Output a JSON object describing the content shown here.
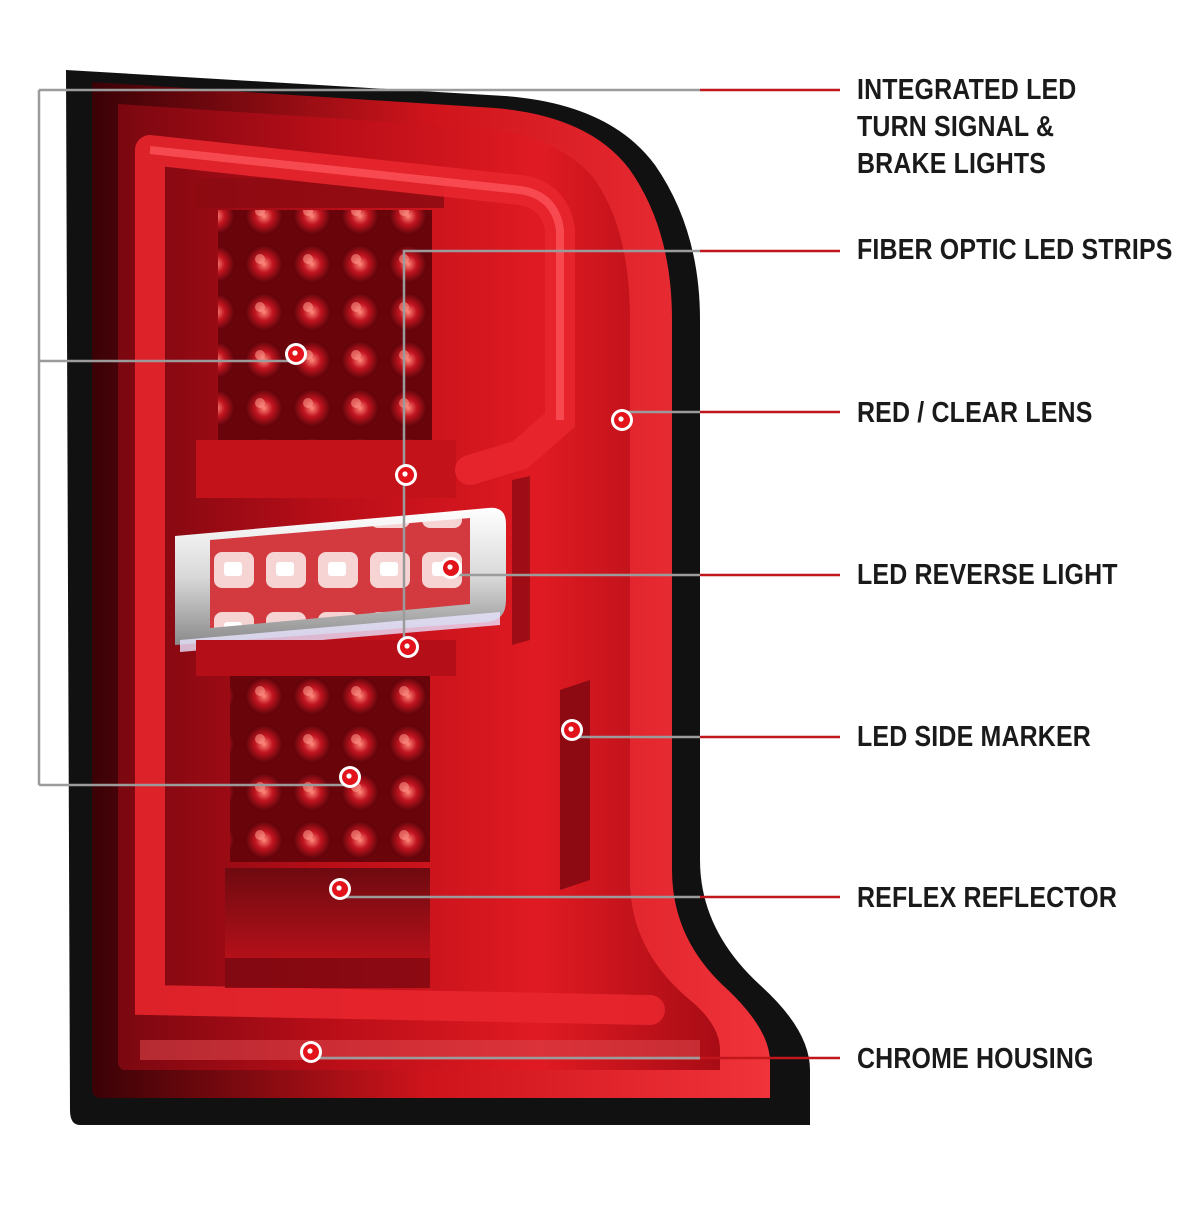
{
  "colors": {
    "background": "#ffffff",
    "leader_line": "#9b9b9b",
    "leader_line_accent": "#c0161c",
    "label_text": "#1a1a1a",
    "marker_fill": "#e3131c",
    "lens_red": "#c8101a",
    "lens_dark": "#5a0208",
    "frame": "#111111"
  },
  "callouts": [
    {
      "lines": [
        "INTEGRATED LED",
        "TURN SIGNAL &",
        "BRAKE LIGHTS"
      ]
    },
    {
      "lines": [
        "FIBER OPTIC LED STRIPS"
      ]
    },
    {
      "lines": [
        "RED / CLEAR LENS"
      ]
    },
    {
      "lines": [
        "LED REVERSE LIGHT"
      ]
    },
    {
      "lines": [
        "LED SIDE MARKER"
      ]
    },
    {
      "lines": [
        "REFLEX REFLECTOR"
      ]
    },
    {
      "lines": [
        "CHROME HOUSING"
      ]
    }
  ]
}
